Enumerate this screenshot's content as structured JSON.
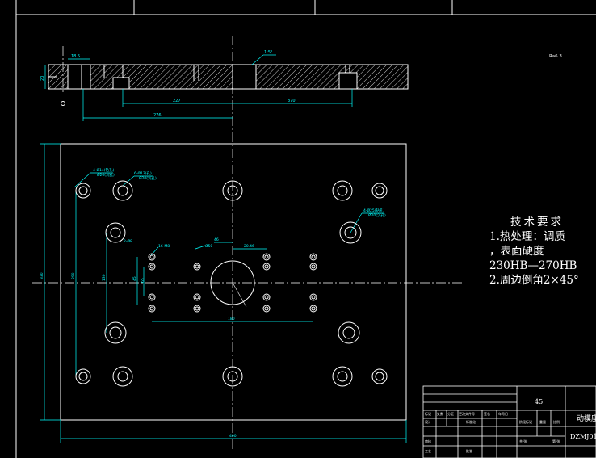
{
  "drawing": {
    "colors": {
      "background": "#000000",
      "outline": "#ffffff",
      "dimension": "#00ffff"
    },
    "section_view": {
      "dims": [
        "18.5",
        "20",
        "1:5°",
        "227",
        "370",
        "276",
        "Ra6.3"
      ]
    },
    "plan_view": {
      "dims": [
        "4-Ø14(钻孔)",
        "Ø20(沉孔)",
        "6-Ø13(孔)",
        "Ø20(沉孔)",
        "2-Ø8",
        "16-M8",
        "4-Ø25(钻孔)",
        "Ø20(沉孔)",
        "Ø50",
        "46",
        "20.46",
        "180",
        "45",
        "65",
        "130",
        "290",
        "330",
        "400"
      ]
    },
    "tech_requirements": {
      "title": "技术要求",
      "lines": [
        "1.热处理：调质",
        "，表面硬度",
        "230HB—270HB",
        "2.周边倒角2×45°"
      ]
    },
    "title_block": {
      "material": "45",
      "name": "动模座板",
      "code": "DZMJ01",
      "cells": [
        "标记",
        "处数",
        "分区",
        "更改文件号",
        "签名",
        "年月日",
        "设计",
        "标准化",
        "阶段标记",
        "重量",
        "比例",
        "审核",
        "工艺",
        "批准",
        "共 张",
        "第 张"
      ]
    }
  }
}
